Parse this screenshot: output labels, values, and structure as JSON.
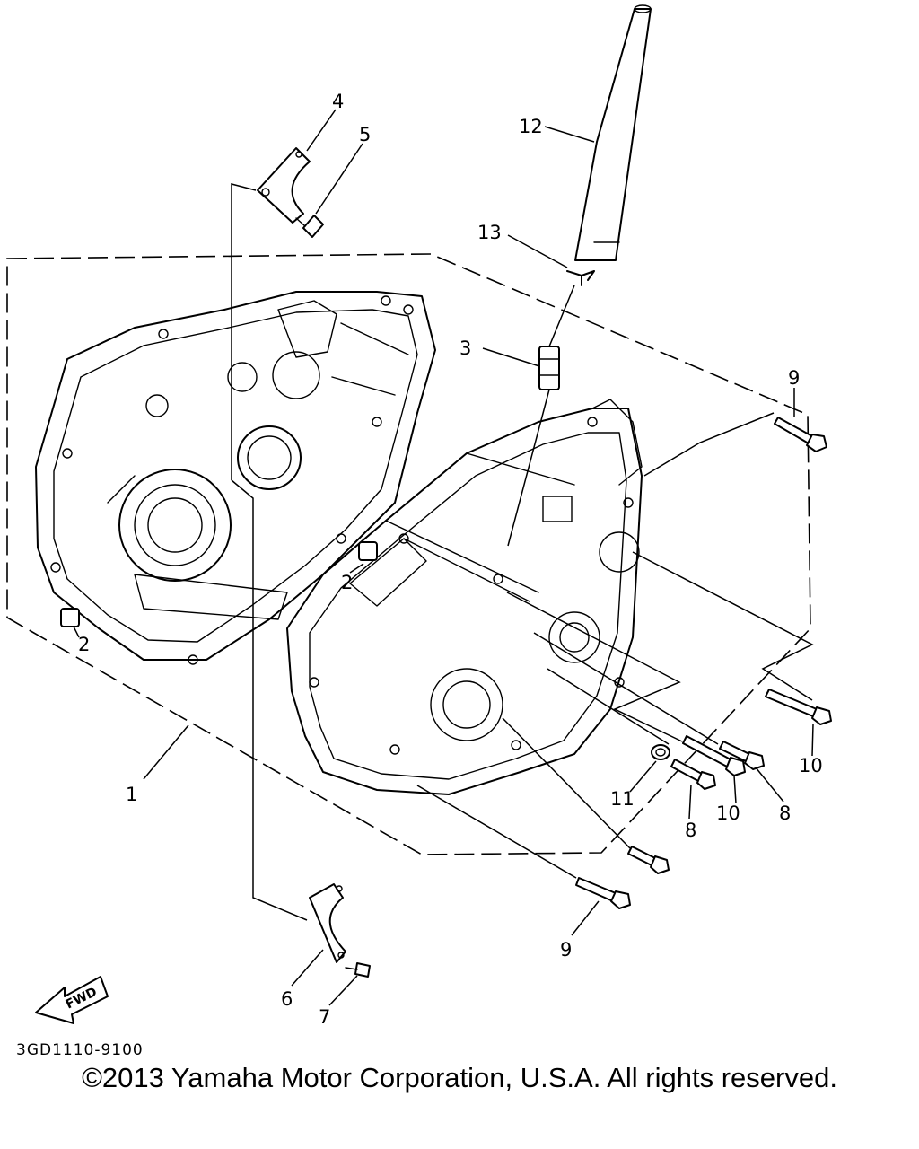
{
  "diagram": {
    "diagram_id": "3GD1110-9100",
    "copyright": "©2013 Yamaha Motor Corporation, U.S.A. All rights reserved.",
    "fwd_label": "FWD",
    "callouts": {
      "c1": "1",
      "c2a": "2",
      "c2b": "2",
      "c3": "3",
      "c4": "4",
      "c5": "5",
      "c6": "6",
      "c7": "7",
      "c8a": "8",
      "c8b": "8",
      "c9a": "9",
      "c9b": "9",
      "c10a": "10",
      "c10b": "10",
      "c11": "11",
      "c12": "12",
      "c13": "13"
    }
  }
}
